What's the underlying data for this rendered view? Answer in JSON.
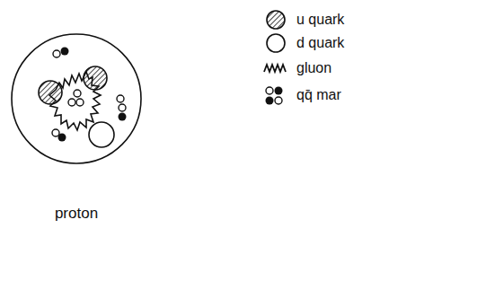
{
  "diagram": {
    "nodes": [
      {
        "text": [
          "proton"
        ]
      }
    ],
    "legend": [
      {
        "text": "u quark"
      },
      {
        "text": "d quark"
      },
      {
        "text": "gluon"
      },
      {
        "text": "qq̄ mar"
      }
    ]
  }
}
